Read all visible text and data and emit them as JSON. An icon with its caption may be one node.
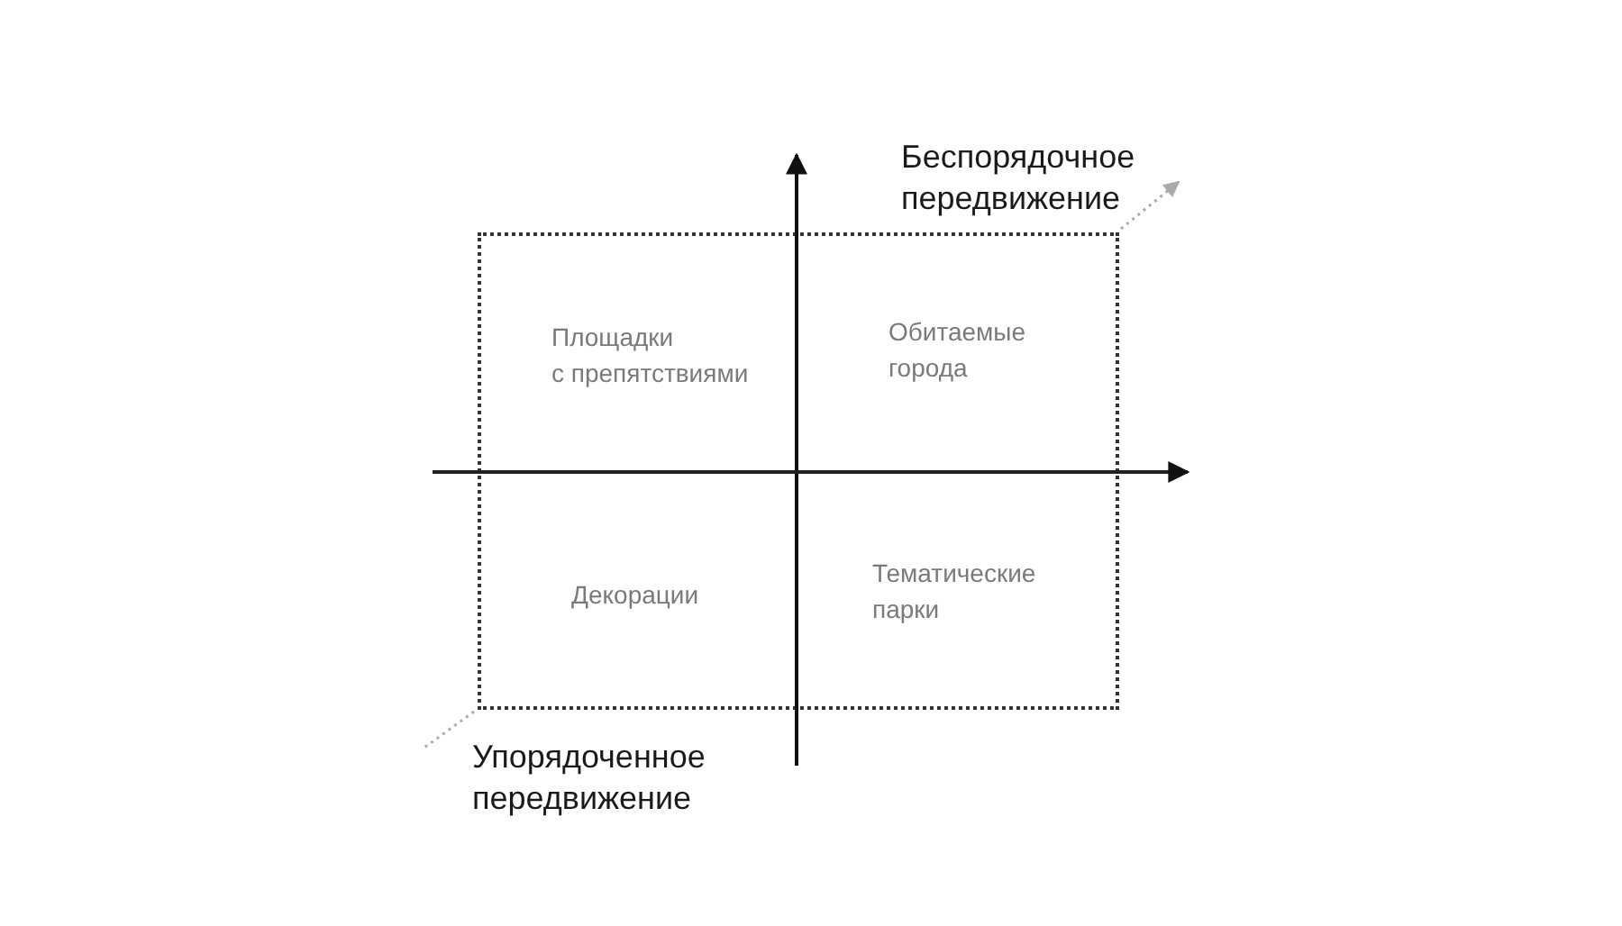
{
  "diagram": {
    "nodes": [
      {
        "text": [
          "Площадки с препятствиями",
          "Обитаемые города",
          "Декорации",
          "Тематические парки"
        ]
      }
    ],
    "labels": [
      "Беспорядочное передвижение",
      "Упорядоченное передвижение"
    ]
  }
}
